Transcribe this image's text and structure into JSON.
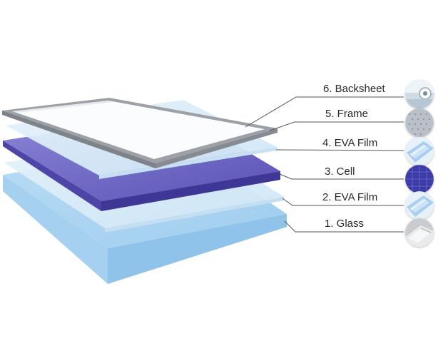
{
  "layers": [
    {
      "label": "6. Backsheet"
    },
    {
      "label": "5. Frame"
    },
    {
      "label": "4. EVA Film"
    },
    {
      "label": "3. Cell"
    },
    {
      "label": "2. EVA Film"
    },
    {
      "label": "1. Glass"
    }
  ],
  "colors": {
    "frame": "#9a9ea4",
    "frame_inner": "#fbfcfd",
    "eva": "#d6e9f7",
    "cell": "#5b52b8",
    "cell_edge": "#463f9c",
    "glass": "#a9d4f1",
    "leader": "#555555",
    "text": "#2a2a2a"
  },
  "icons": [
    "backsheet-roll-icon",
    "frame-mesh-icon",
    "eva-film-icon",
    "solar-cell-icon",
    "eva-film-icon",
    "glass-texture-icon"
  ]
}
